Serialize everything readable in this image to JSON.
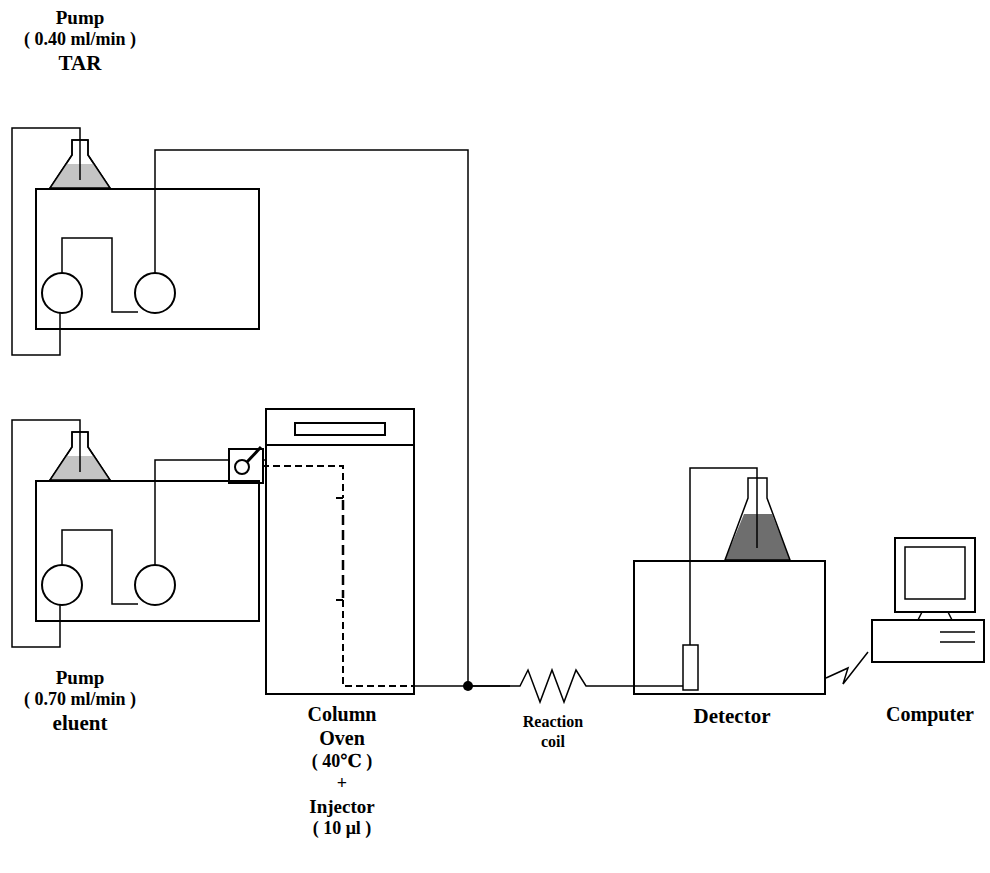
{
  "diagram": {
    "nodes": [
      {
        "text": [
          "Pump",
          "( 0.40 ml/min )",
          "TAR"
        ]
      },
      {
        "text": [
          "Pump",
          "( 0.70 ml/min )",
          "eluent"
        ]
      },
      {
        "text": [
          "Column Oven",
          "( 40℃ )",
          "+",
          "Injector",
          "( 10 μl )"
        ]
      },
      {
        "text": [
          "Reaction coil"
        ]
      },
      {
        "text": [
          "Detector"
        ]
      },
      {
        "text": [
          "Computer"
        ]
      }
    ],
    "edges": [
      {
        "from": 0,
        "to": 3,
        "arrow": "none"
      },
      {
        "from": 1,
        "to": 2,
        "arrow": "none"
      },
      {
        "from": 2,
        "to": 3,
        "arrow": "none"
      },
      {
        "from": 3,
        "to": 4,
        "arrow": "none"
      },
      {
        "from": 4,
        "to": 5,
        "arrow": "none"
      }
    ]
  }
}
